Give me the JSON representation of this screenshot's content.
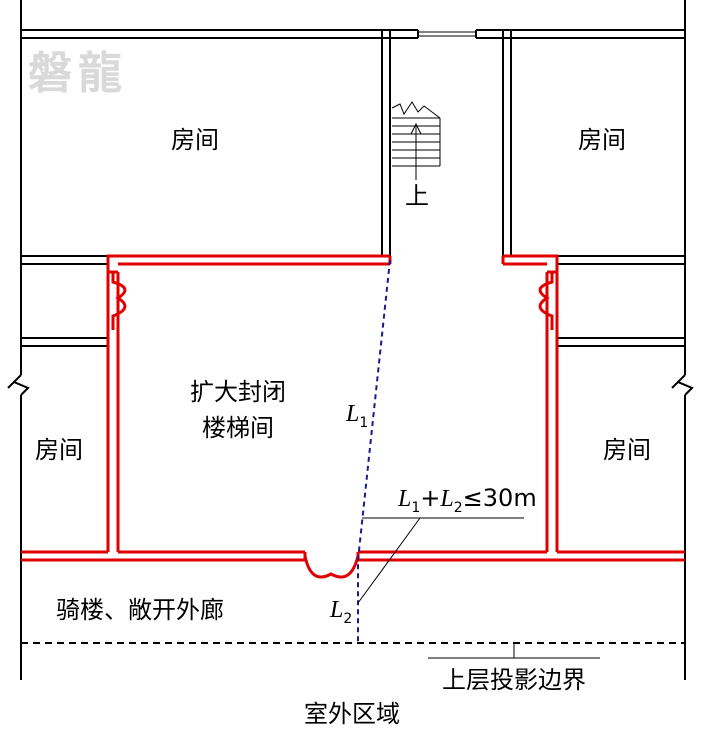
{
  "watermark": "磐龍",
  "labels": {
    "room_top_left": "房间",
    "room_top_right": "房间",
    "room_left": "房间",
    "room_right": "房间",
    "stair_up": "上",
    "stair_hall_line1": "扩大封闭",
    "stair_hall_line2": "楼梯间",
    "arcade": "骑楼、敞开外廊",
    "projection_boundary": "上层投影边界",
    "outdoor": "室外区域"
  },
  "dimensions": {
    "l1": "L",
    "l1_sub": "1",
    "l2": "L",
    "l2_sub": "2",
    "formula_l1": "L",
    "formula_l1_sub": "1",
    "formula_plus": "+",
    "formula_l2": "L",
    "formula_l2_sub": "2",
    "formula_rest": "≤30m"
  },
  "colors": {
    "wall": "#000000",
    "fire_wall": "#e00000",
    "dimension": "#1a1a8c"
  }
}
